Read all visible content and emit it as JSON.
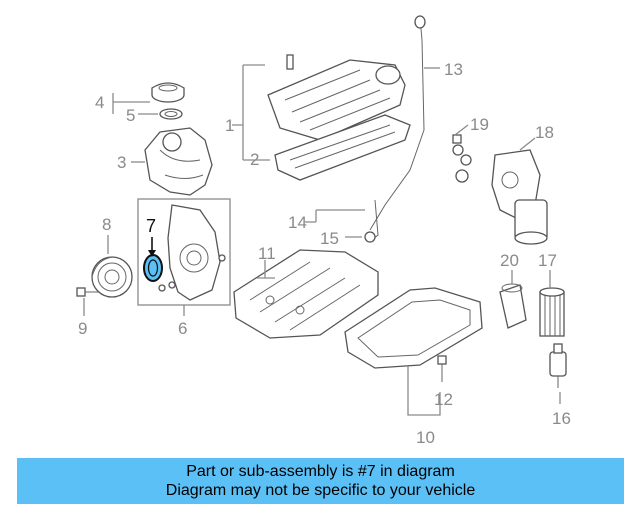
{
  "diagram": {
    "callouts": [
      "1",
      "2",
      "3",
      "4",
      "5",
      "6",
      "7",
      "8",
      "9",
      "10",
      "11",
      "12",
      "13",
      "14",
      "15",
      "16",
      "17",
      "18",
      "19",
      "20"
    ],
    "highlight_callout": "7",
    "colors": {
      "highlight_part": "#5bc0f6",
      "line_art": "#555555",
      "callout_text": "#8a8a8a",
      "banner": "#5bc0f6"
    }
  },
  "banner": {
    "line1": "Part or sub-assembly is #7 in diagram",
    "line2": "Diagram may not be specific to your vehicle"
  }
}
